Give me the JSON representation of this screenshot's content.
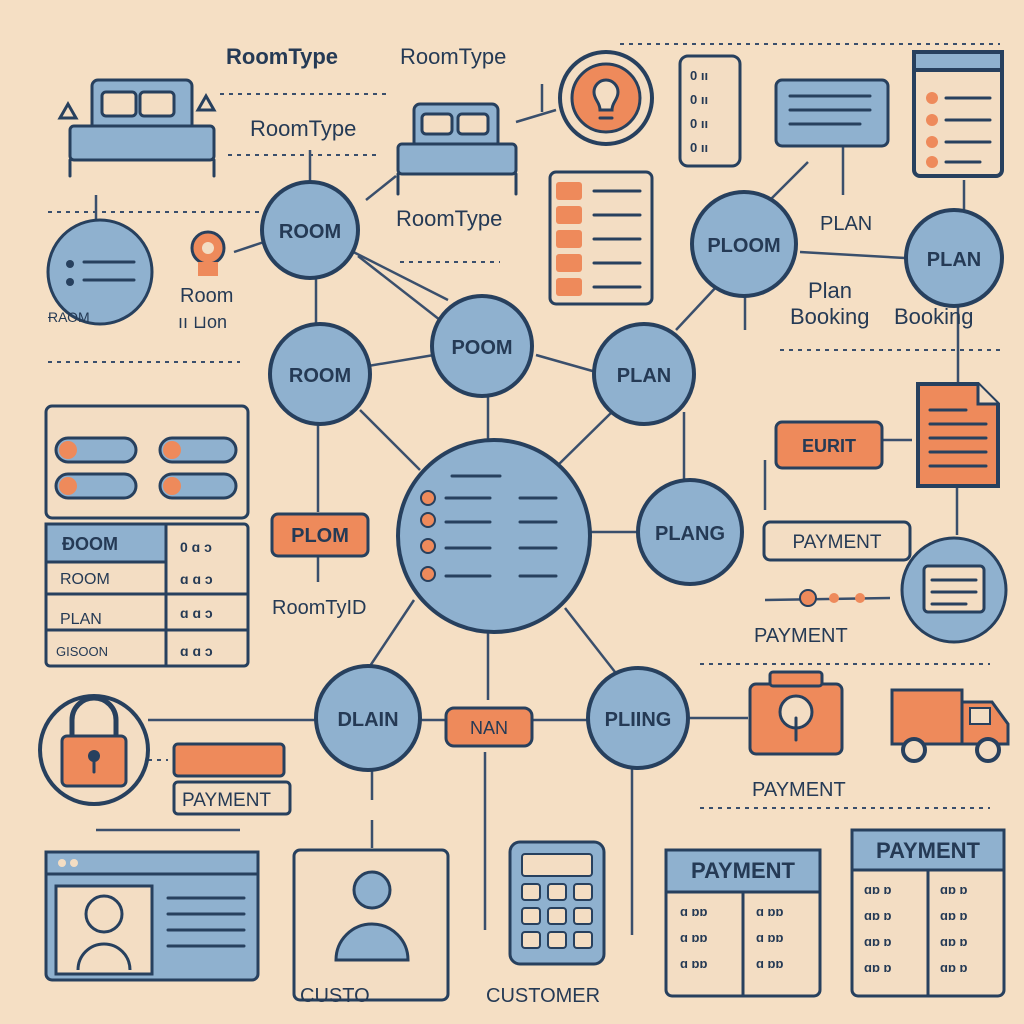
{
  "labels": {
    "roomtype_top_left": "RoomType",
    "roomtype_top_mid": "RoomType",
    "roomtype_under": "RoomType",
    "roomtype_bed": "RoomType",
    "room_side": "Room",
    "room_side_sub": "ıı ⊔on",
    "plan_top": "PLAN",
    "plan_booking": "Plan",
    "booking_1": "Booking",
    "booking_2": "Booking",
    "payment_btn": "PAYMENT",
    "payment_right": "PAYMENT",
    "payment_left": "PAYMENT",
    "payment_lower": "PAYMENT",
    "payment_card1": "PAYMENT",
    "payment_card2": "PAYMENT",
    "roomtyid": "RoomTyID",
    "customer_left": "CUSTO",
    "customer_right": "CUSTOMER",
    "nan_pill": "NAN",
    "plom_pill": "PLOM",
    "eurit_pill": "EURIT",
    "room_page_faint": "ɌАОМ"
  },
  "nodes": {
    "room_a": "ROOM",
    "room_b": "ROOM",
    "poom": "POOM",
    "ploom": "PLOOM",
    "plan_a": "PLAN",
    "plan_b": "PLAN",
    "plang": "PLANG",
    "dlain": "DLAIN",
    "pliing": "PLIING"
  },
  "table": {
    "rows": [
      "ÐOOM",
      "ROOM",
      "PLAN",
      "GISOON"
    ]
  },
  "icon_names": [
    "bed-icon",
    "lightbulb-icon",
    "lock-icon",
    "truck-icon",
    "user-icon",
    "calculator-icon",
    "document-icon",
    "pin-icon"
  ]
}
